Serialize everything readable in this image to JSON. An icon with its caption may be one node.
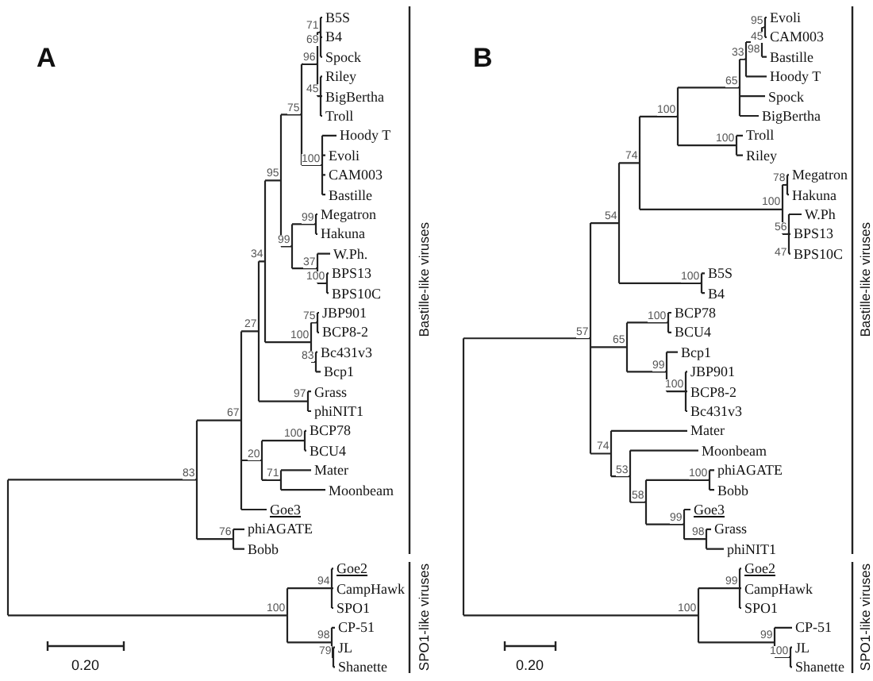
{
  "diagram": {
    "labels": [
      "A",
      "B5S",
      "71",
      "B4",
      "69",
      "Spock",
      "96",
      "Riley",
      "BigBertha",
      "45",
      "Troll",
      "75",
      "Hoody T",
      "Evoli",
      "CAM003",
      "100",
      "Bastille",
      "95",
      "Megatron",
      "99",
      "Hakuna",
      "W.Ph.",
      "99",
      "BPS13",
      "34",
      "37",
      "BPS10C",
      "100",
      "JBP901",
      "75",
      "27",
      "BCP8-2",
      "Bc431v3",
      "100",
      "Bcp1",
      "83",
      "67",
      "Grass",
      "phiNIT1",
      "97",
      "BCP78",
      "100",
      "83",
      "BCU4",
      "Mater",
      "20",
      "Moonbeam",
      "71",
      "Goe3",
      "phiAGATE",
      "Bobb",
      "76",
      "Goe2",
      "94",
      "CampHawk",
      "SPO1",
      "100",
      "CP-51",
      "JL",
      "98",
      "Shanette",
      "79",
      "0.20",
      "Bastille-like viruses",
      "SPO1-like viruses",
      "B",
      "Evoli",
      "95",
      "CAM003",
      "45",
      "Bastille",
      "98",
      "Hoody T",
      "33",
      "Spock",
      "65",
      "BigBertha",
      "100",
      "Troll",
      "Riley",
      "100",
      "74",
      "Megatron",
      "78",
      "Hakuna",
      "W.Ph",
      "100",
      "BPS13",
      "56",
      "BPS10C",
      "47",
      "54",
      "B5S",
      "100",
      "B4",
      "57",
      "BCP78",
      "100",
      "BCU4",
      "65",
      "Bcp1",
      "JBP901",
      "99",
      "BCP8-2",
      "100",
      "Bc431v3",
      "Mater",
      "74",
      "Moonbeam",
      "53",
      "phiAGATE",
      "100",
      "Bobb",
      "58",
      "Goe3",
      "Grass",
      "99",
      "phiNIT1",
      "98",
      "Goe2",
      "99",
      "CampHawk",
      "SPO1",
      "100",
      "CP-51",
      "JL",
      "99",
      "Shanette",
      "100",
      "0.20",
      "Bastille-like viruses",
      "SPO1-like viruses"
    ]
  }
}
